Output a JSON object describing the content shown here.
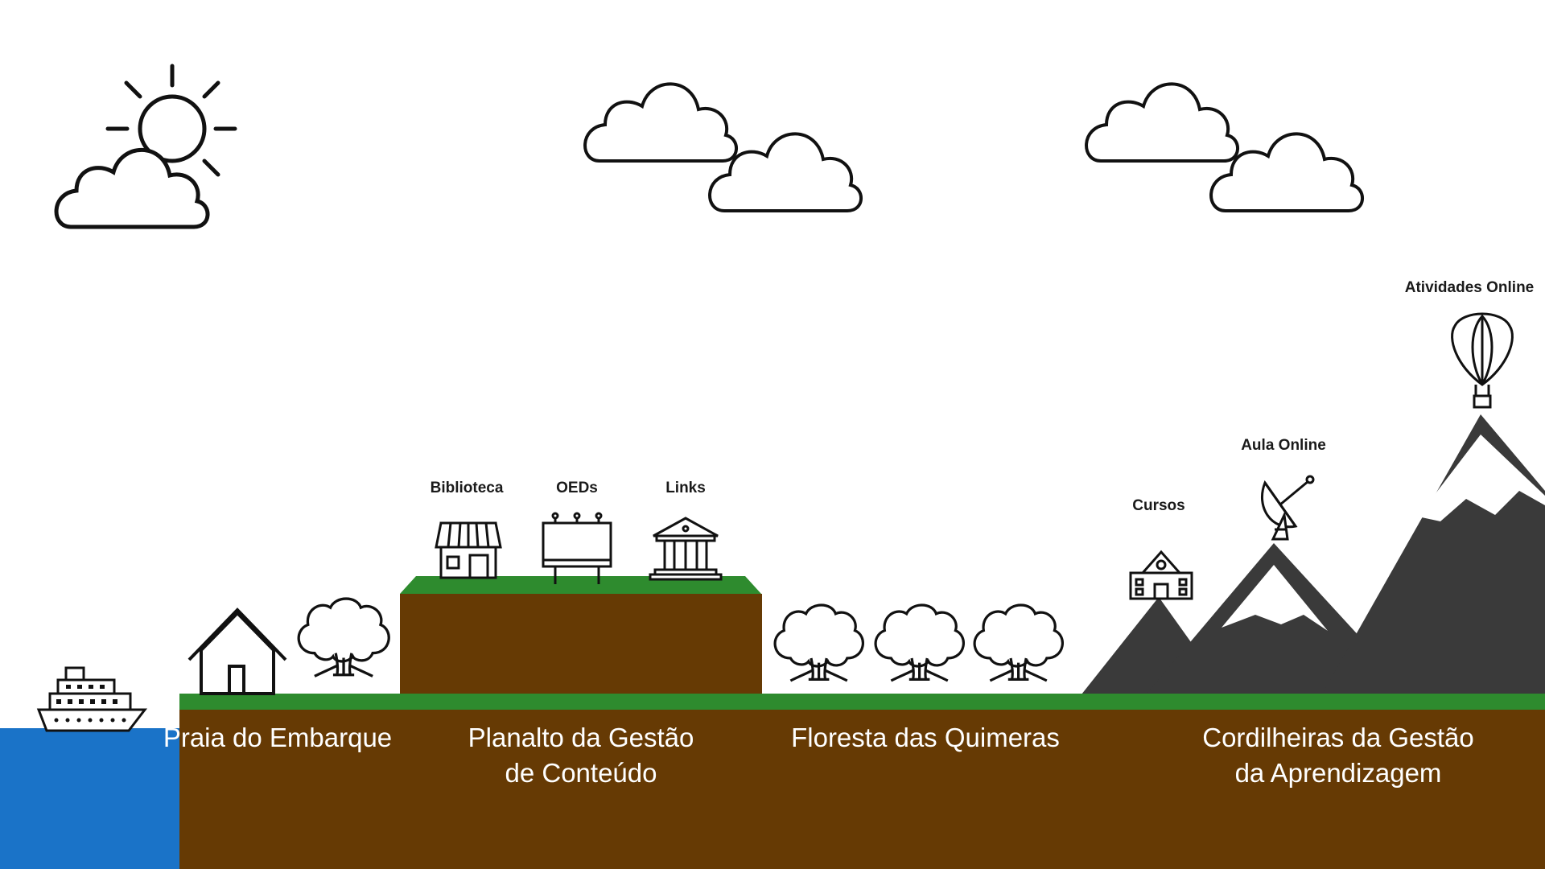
{
  "scene": {
    "colors": {
      "sky": "#ffffff",
      "sea": "#1a73c8",
      "grass": "#2e8b2e",
      "soil": "#663a04",
      "mountain": "#3a3a3a",
      "snow": "#ffffff",
      "outline": "#111111",
      "region_text": "#ffffff",
      "label_text": "#1a1a1a"
    },
    "regions": [
      {
        "id": "praia",
        "lines": [
          "Praia do Embarque"
        ]
      },
      {
        "id": "planalto",
        "lines": [
          "Planalto da Gestão",
          "de Conteúdo"
        ]
      },
      {
        "id": "floresta",
        "lines": [
          "Floresta das Quimeras"
        ]
      },
      {
        "id": "cordilheiras",
        "lines": [
          "Cordilheiras da Gestão",
          "da Aprendizagem"
        ]
      }
    ],
    "places": {
      "biblioteca": "Biblioteca",
      "oeds": "OEDs",
      "links": "Links",
      "cursos": "Cursos",
      "aula_online": "Aula Online",
      "atividades_online": "Atividades Online"
    },
    "icons": [
      "sun-cloud-icon",
      "cloud-icon",
      "ship-icon",
      "house-icon",
      "tree-icon",
      "store-icon",
      "billboard-icon",
      "bank-icon",
      "school-icon",
      "satellite-dish-icon",
      "hot-air-balloon-icon",
      "mountain-icon"
    ]
  }
}
